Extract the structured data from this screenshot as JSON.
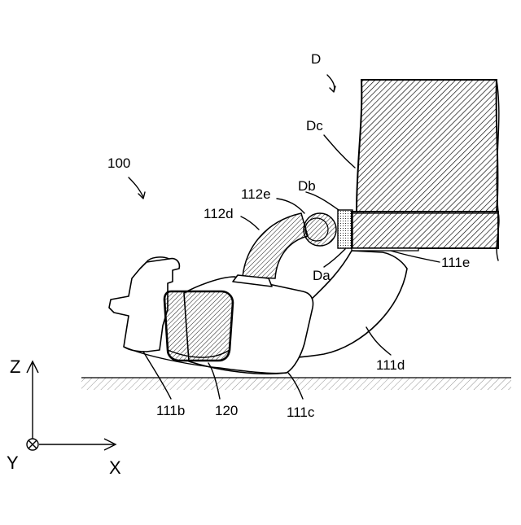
{
  "labels": {
    "D": "D",
    "Dc": "Dc",
    "Db": "Db",
    "Da": "Da",
    "ref_100": "100",
    "ref_112e": "112e",
    "ref_112d": "112d",
    "ref_111e": "111e",
    "ref_111d": "111d",
    "ref_111b": "111b",
    "ref_120": "120",
    "ref_111c": "111c"
  },
  "axes": {
    "z": "Z",
    "y": "Y",
    "x": "X"
  }
}
